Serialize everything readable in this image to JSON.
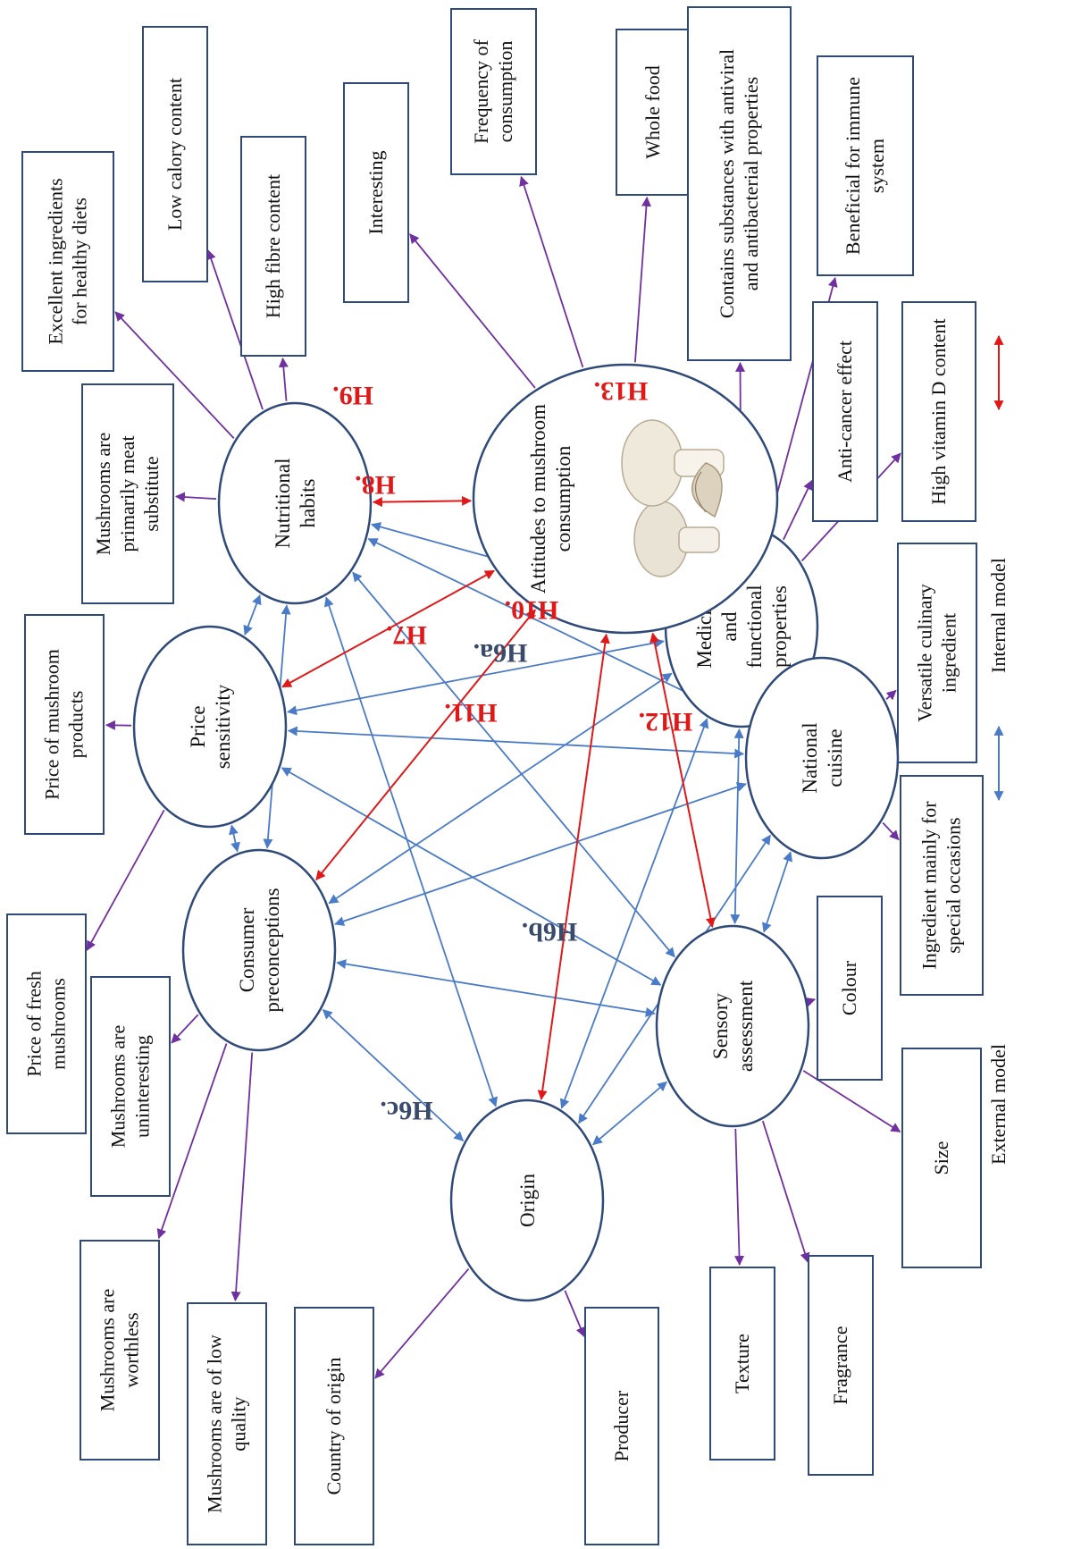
{
  "central": {
    "line1": "Attitudes to mushroom",
    "line2": "consumption"
  },
  "constructs": [
    {
      "id": "price",
      "lines": [
        "Price",
        "sensitivity"
      ]
    },
    {
      "id": "nutri",
      "lines": [
        "Nutritional",
        "habits"
      ]
    },
    {
      "id": "medic",
      "lines": [
        "Medicinal",
        "and",
        "functional",
        "properties"
      ]
    },
    {
      "id": "natio",
      "lines": [
        "National",
        "cuisine"
      ]
    },
    {
      "id": "senso",
      "lines": [
        "Sensory",
        "assessment"
      ]
    },
    {
      "id": "orig",
      "lines": [
        "Origin"
      ]
    },
    {
      "id": "cons",
      "lines": [
        "Consumer",
        "preconceptions"
      ]
    }
  ],
  "indicators": [
    {
      "id": "b_pfresh",
      "lines": [
        "Price of fresh",
        "mushrooms"
      ]
    },
    {
      "id": "b_pprod",
      "lines": [
        "Price of mushroom",
        "products"
      ]
    },
    {
      "id": "b_meat",
      "lines": [
        "Mushrooms are",
        "primarily meat",
        "substitute"
      ]
    },
    {
      "id": "b_excel",
      "lines": [
        "Excellent  ingredients",
        "for healthy diets"
      ]
    },
    {
      "id": "b_lowcal",
      "lines": [
        "Low calory content"
      ]
    },
    {
      "id": "b_fibre",
      "lines": [
        "High fibre content"
      ]
    },
    {
      "id": "b_inter",
      "lines": [
        "Interesting"
      ]
    },
    {
      "id": "b_freq",
      "lines": [
        "Frequency of",
        "consumption"
      ]
    },
    {
      "id": "b_whole",
      "lines": [
        "Whole food"
      ]
    },
    {
      "id": "b_antiv",
      "lines": [
        "Contains substances with antiviral",
        "and antibacterial properties"
      ]
    },
    {
      "id": "b_immune",
      "lines": [
        "Beneficial  for immune",
        "system"
      ]
    },
    {
      "id": "b_cancer",
      "lines": [
        "Anti-cancer effect"
      ]
    },
    {
      "id": "b_vitd",
      "lines": [
        "High vitamin D content"
      ]
    },
    {
      "id": "b_versa",
      "lines": [
        "Versatile  culinary",
        "ingredient"
      ]
    },
    {
      "id": "b_spec",
      "lines": [
        "Ingredient mainly for",
        "special occasions"
      ]
    },
    {
      "id": "b_colour",
      "lines": [
        "Colour"
      ]
    },
    {
      "id": "b_size",
      "lines": [
        "Size"
      ]
    },
    {
      "id": "b_frag",
      "lines": [
        "Fragrance"
      ]
    },
    {
      "id": "b_text",
      "lines": [
        "Texture"
      ]
    },
    {
      "id": "b_prod",
      "lines": [
        "Producer"
      ]
    },
    {
      "id": "b_country",
      "lines": [
        "Country of origin"
      ]
    },
    {
      "id": "b_lowq",
      "lines": [
        "Mushrooms are of low",
        "quality"
      ]
    },
    {
      "id": "b_worth",
      "lines": [
        "Mushrooms are",
        "worthless"
      ]
    },
    {
      "id": "b_unint",
      "lines": [
        "Mushrooms are",
        "uninteresting"
      ]
    }
  ],
  "hypotheses": [
    {
      "id": "H6a",
      "text": "H6a.",
      "kind": "external"
    },
    {
      "id": "H6b",
      "text": "H6b.",
      "kind": "external"
    },
    {
      "id": "H6c",
      "text": "H6c.",
      "kind": "external"
    },
    {
      "id": "H7",
      "text": "H7.",
      "kind": "internal"
    },
    {
      "id": "H8",
      "text": "H8.",
      "kind": "internal"
    },
    {
      "id": "H9",
      "text": "H9.",
      "kind": "internal"
    },
    {
      "id": "H10",
      "text": "H10.",
      "kind": "internal"
    },
    {
      "id": "H11",
      "text": "H11.",
      "kind": "internal"
    },
    {
      "id": "H12",
      "text": "H12.",
      "kind": "internal"
    },
    {
      "id": "H13",
      "text": "H13.",
      "kind": "internal"
    }
  ],
  "legend": {
    "external": "External  model",
    "internal": "Internal model"
  },
  "colors": {
    "external": "#4a7bc8",
    "internal": "#e01818",
    "indicator": "#7030a0",
    "outline": "#2f4a7a",
    "h6": "#3a4a6b"
  }
}
